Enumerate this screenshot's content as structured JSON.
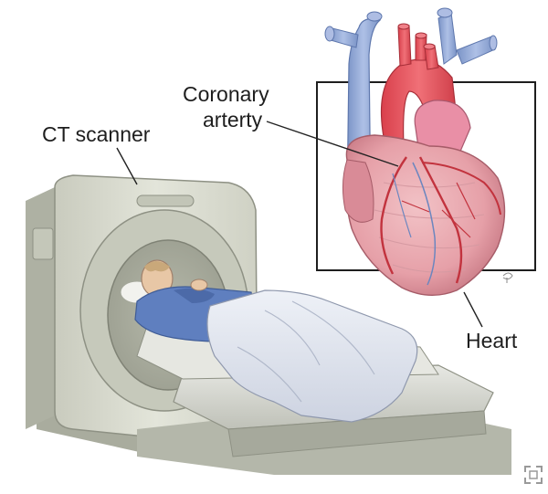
{
  "labels": {
    "ct_scanner": "CT scanner",
    "coronary_line1": "Coronary",
    "coronary_line2": "arterty",
    "heart": "Heart"
  },
  "icons": {
    "expand": "expand-icon",
    "signature": "artist-signature-icon"
  },
  "colors": {
    "scanner_body": "#d9dbd0",
    "scanner_shadow": "#b9bcae",
    "patient_gown": "#5f7fbf",
    "sheet": "#dfe3ee",
    "heart_muscle": "#e9a6ad",
    "aorta": "#e2565e",
    "vena_cava": "#8fa8d8",
    "leader_line": "#222222"
  }
}
